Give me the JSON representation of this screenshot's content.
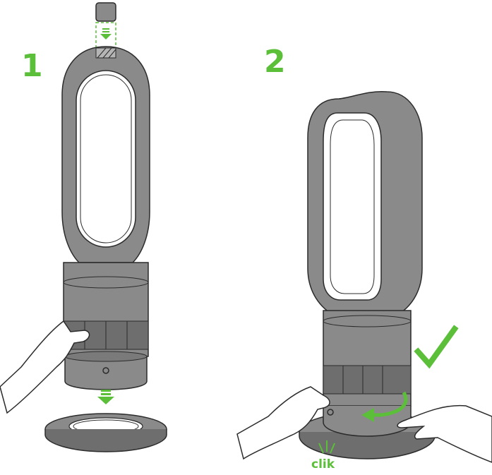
{
  "steps": [
    {
      "number": "1"
    },
    {
      "number": "2"
    }
  ],
  "sound_label": "clik",
  "colors": {
    "accent_green": "#5bbf3a",
    "body_grey": "#8a8a8a",
    "dark_grey": "#5e5e5e",
    "outline": "#2b2b2b"
  },
  "icons": [
    "down-arrow-icon",
    "rotate-arrow-icon",
    "checkmark-icon",
    "click-lines-icon"
  ]
}
